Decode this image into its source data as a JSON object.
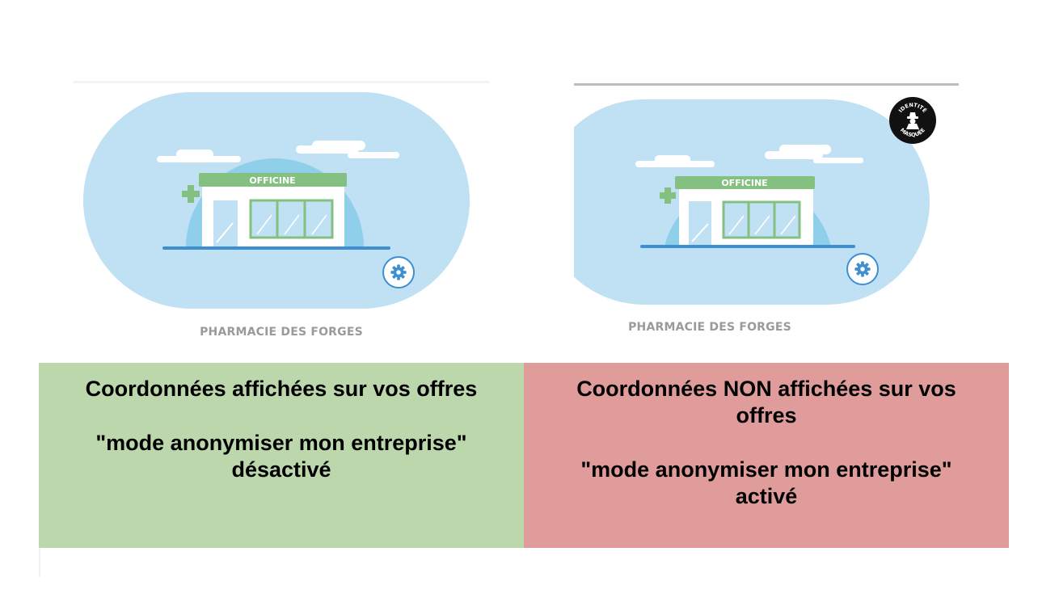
{
  "colors": {
    "enabled_panel": "#bdd7ad",
    "disabled_panel": "#df9c9a",
    "oval": "#bfe1f3",
    "dome": "#8fcfea",
    "accent_green": "#84c07f",
    "accent_blue": "#3d8fd1"
  },
  "left_card": {
    "sign_text": "OFFICINE",
    "name": "PHARMACIE DES FORGES",
    "settings_icon": "gear-icon"
  },
  "right_card": {
    "sign_text": "OFFICINE",
    "name": "PHARMACIE DES FORGES",
    "settings_icon": "gear-icon",
    "badge": {
      "icon": "spy-icon",
      "top_text": "IDENTITÉ",
      "bottom_text": "MASQUÉE"
    }
  },
  "panels": {
    "left": {
      "line1": "Coordonnées affichées sur vos offres",
      "line2": "\"mode anonymiser mon entreprise\" désactivé"
    },
    "right": {
      "line1": "Coordonnées NON affichées sur vos offres",
      "line2": "\"mode anonymiser mon entreprise\" activé"
    }
  }
}
